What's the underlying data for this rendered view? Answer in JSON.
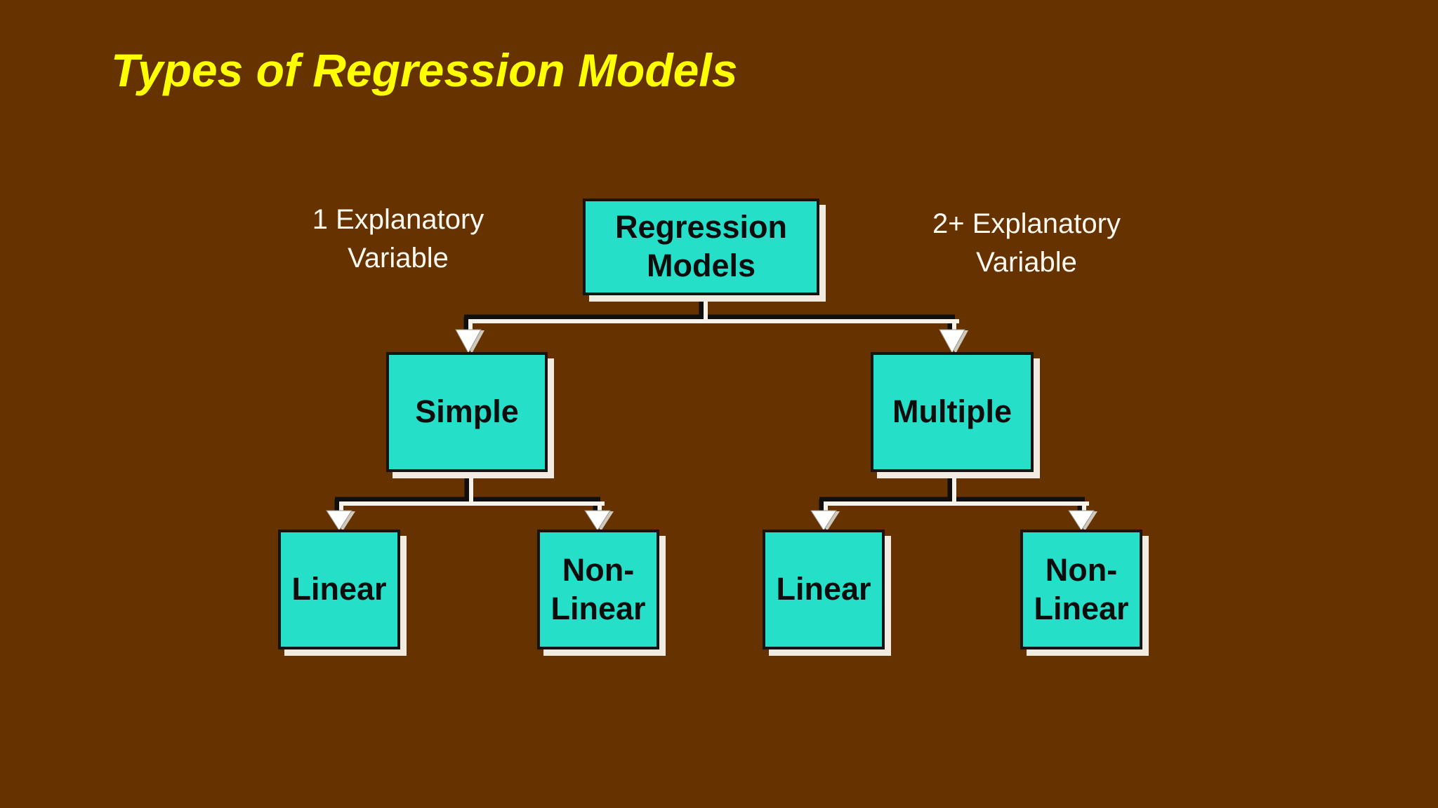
{
  "slide": {
    "title": "Types of Regression Models",
    "background_color": "#663300",
    "title_color": "#FFFF00"
  },
  "annotations": {
    "left": {
      "line1": "1 Explanatory",
      "line2": "Variable"
    },
    "right": {
      "line1": "2+ Explanatory",
      "line2": "Variable"
    }
  },
  "diagram": {
    "node_fill_color": "#25DFC8",
    "node_border_color": "#141414",
    "node_shadow_color": "#F1EBE1",
    "connector_line_color": "#0F0F0F",
    "connector_highlight_color": "#F7F2EA",
    "arrowhead_color": "#FFFFFF",
    "nodes": {
      "root": {
        "line1": "Regression",
        "line2": "Models"
      },
      "simple": {
        "label": "Simple"
      },
      "multiple": {
        "label": "Multiple"
      },
      "simple_linear": {
        "label": "Linear"
      },
      "simple_nonlinear": {
        "line1": "Non-",
        "line2": "Linear"
      },
      "multiple_linear": {
        "label": "Linear"
      },
      "multiple_nonlinear": {
        "line1": "Non-",
        "line2": "Linear"
      }
    }
  }
}
